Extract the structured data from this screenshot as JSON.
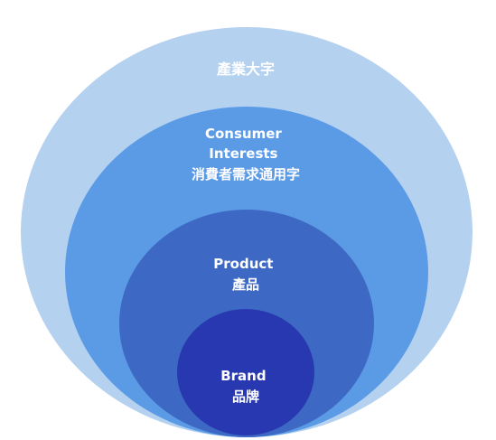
{
  "diagram": {
    "rings": [
      {
        "id": "industry",
        "lines": [
          "產業大字"
        ],
        "color": "#b5d1f0"
      },
      {
        "id": "consumer",
        "lines": [
          "Consumer",
          "Interests",
          "消費者需求通用字"
        ],
        "color": "#5b9be6"
      },
      {
        "id": "product",
        "lines": [
          "Product",
          "產品"
        ],
        "color": "#3d68c4"
      },
      {
        "id": "brand",
        "lines": [
          "Brand",
          "品牌"
        ],
        "color": "#2838b0"
      }
    ]
  }
}
